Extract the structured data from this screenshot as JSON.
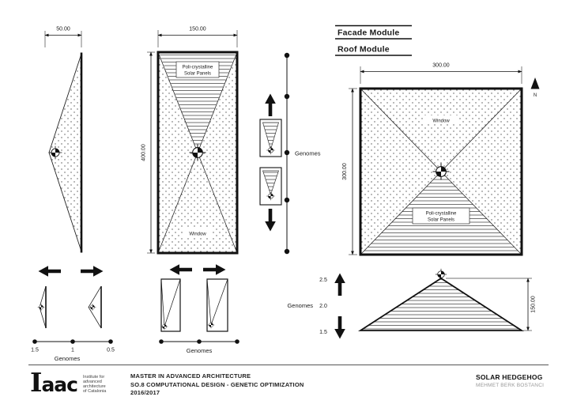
{
  "legend": {
    "facade_module": "Facade Module",
    "roof_module": "Roof Module"
  },
  "facade": {
    "side_width_dim": "50.00",
    "plan_width_dim": "150.00",
    "plan_height_dim": "400.00",
    "solar_line1": "Poli-crystalline",
    "solar_line2": "Solar Panels",
    "window": "Window"
  },
  "roof": {
    "plan_width_dim": "300.00",
    "plan_height_dim": "300.00",
    "window": "Window",
    "solar_line1": "Poli-crystalline",
    "solar_line2": "Solar Panels",
    "section_height_dim": "150.00",
    "north": "N"
  },
  "genomes": {
    "height_label": "Genomes",
    "roof_label": "Genomes",
    "roof_ticks": [
      "2.5",
      "2.0",
      "1.5"
    ],
    "width_label": "Genomes",
    "width_ticks": [
      "1.5",
      "1",
      "0.5"
    ],
    "angle_label": "Genomes"
  },
  "footer": {
    "logo_i": "I",
    "logo_aac": "aac",
    "org_line1": "Institute for",
    "org_line2": "advanced",
    "org_line3": "architecture",
    "org_line4": "of Catalonia",
    "program": "MASTER IN ADVANCED ARCHITECTURE",
    "course": "SO.8 COMPUTATIONAL DESIGN - GENETIC OPTIMIZATION",
    "year": "2016/2017",
    "project": "SOLAR HEDGEHOG",
    "author": "MEHMET BERK BOSTANCI"
  }
}
